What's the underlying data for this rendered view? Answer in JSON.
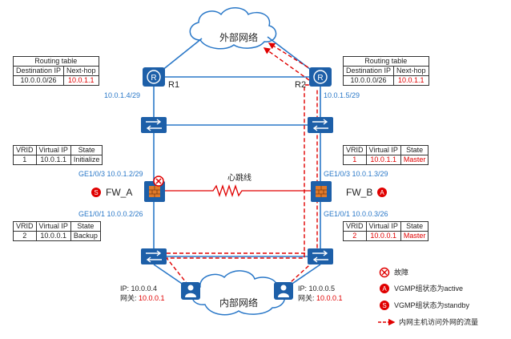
{
  "cloud_top": {
    "label": "外部网络"
  },
  "cloud_bottom": {
    "label": "内部网络"
  },
  "routers": {
    "r1": "R1",
    "r2": "R2"
  },
  "r1_if": "10.0.1.4/29",
  "r2_if": "10.0.1.5/29",
  "rt_left": {
    "caption": "Routing table",
    "headers": [
      "Destination IP",
      "Next-hop"
    ],
    "row": [
      "10.0.0.0/26",
      "10.0.1.1"
    ]
  },
  "rt_right": {
    "caption": "Routing table",
    "headers": [
      "Destination IP",
      "Next-hop"
    ],
    "row": [
      "10.0.0.0/26",
      "10.0.1.1"
    ]
  },
  "vrrp_headers": [
    "VRID",
    "Virtual IP",
    "State"
  ],
  "vrrp_a_up": [
    "1",
    "10.0.1.1",
    "Initialize"
  ],
  "vrrp_a_down": [
    "2",
    "10.0.0.1",
    "Backup"
  ],
  "vrrp_b_up": [
    "1",
    "10.0.1.1",
    "Master"
  ],
  "vrrp_b_down": [
    "2",
    "10.0.0.1",
    "Master"
  ],
  "fw_a": {
    "name": "FW_A",
    "badge": "S",
    "if_up": "GE1/0/3 10.0.1.2/29",
    "if_down": "GE1/0/1 10.0.0.2/26"
  },
  "fw_b": {
    "name": "FW_B",
    "badge": "A",
    "if_up": "GE1/0/3 10.0.1.3/29",
    "if_down": "GE1/0/1 10.0.0.3/26"
  },
  "heartbeat": "心跳线",
  "host_left": {
    "ip_label": "IP: 10.0.0.4",
    "gw_prefix": "网关:",
    "gw": "10.0.0.1"
  },
  "host_right": {
    "ip_label": "IP: 10.0.0.5",
    "gw_prefix": "网关:",
    "gw": "10.0.0.1"
  },
  "legend": {
    "fault": "故障",
    "active": "VGMP组状态为active",
    "standby": "VGMP组状态为standby",
    "flow": "内网主机访问外网的流量"
  },
  "colors": {
    "line": "#2a78c8",
    "device": "#1d5fa8",
    "red": "#e00000",
    "flow": "#e00000"
  }
}
